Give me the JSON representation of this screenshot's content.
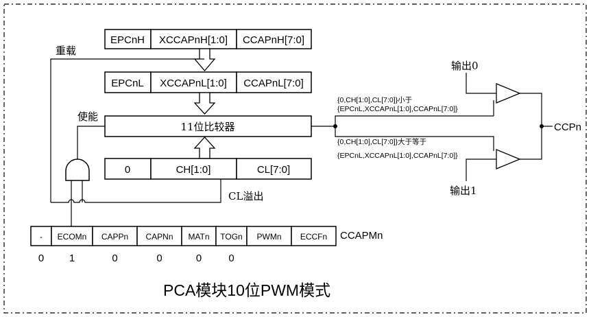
{
  "registers": {
    "high": [
      "EPCnH",
      "XCCAPnH[1:0]",
      "CCAPnH[7:0]"
    ],
    "low": [
      "EPCnL",
      "XCCAPnL[1:0]",
      "CCAPnL[7:0]"
    ],
    "counter": [
      "0",
      "CH[1:0]",
      "CL[7:0]"
    ]
  },
  "comparator_label": "11位比较器",
  "reload_label": "重载",
  "enable_label": "使能",
  "cl_overflow_label": "CL溢出",
  "less_than_label_1": "{0,CH[1:0],CL[7:0]}小于",
  "less_than_label_2": "{EPCnL,XCCAPnL[1:0],CCAPnL[7:0]}",
  "ge_label_1": "{0,CH[1:0],CL[7:0]}大于等于",
  "ge_label_2": "{EPCnL,XCCAPnL[1:0],CCAPnL[7:0]}",
  "output0_label": "输出0",
  "output1_label": "输出1",
  "ccp_label": "CCPn",
  "ccapm": {
    "name": "CCAPMn",
    "bits": [
      "-",
      "ECOMn",
      "CAPPn",
      "CAPNn",
      "MATn",
      "TOGn",
      "PWMn",
      "ECCFn"
    ],
    "values": [
      "0",
      "1",
      "0",
      "0",
      "0",
      "0"
    ]
  },
  "title": "PCA模块10位PWM模式"
}
